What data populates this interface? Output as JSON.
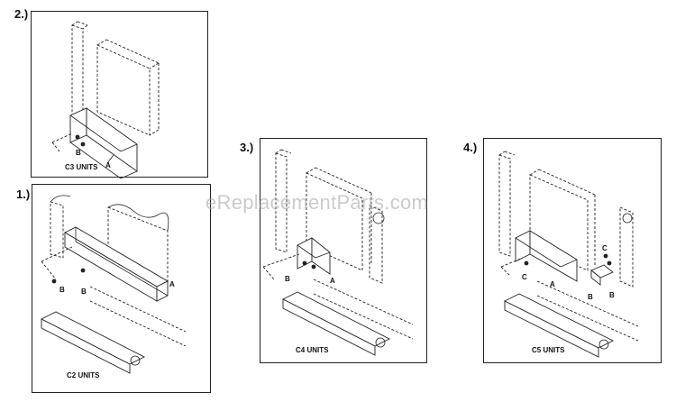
{
  "steps": [
    {
      "label": "2.)",
      "caption": "C3 UNITS",
      "callouts": [
        "B",
        "A"
      ]
    },
    {
      "label": "1.)",
      "caption": "C2 UNITS",
      "callouts": [
        "B",
        "B",
        "A"
      ]
    },
    {
      "label": "3.)",
      "caption": "C4 UNITS",
      "callouts": [
        "B",
        "A"
      ]
    },
    {
      "label": "4.)",
      "caption": "C5 UNITS",
      "callouts": [
        "C",
        "C",
        "A",
        "B",
        "B"
      ]
    }
  ],
  "watermark": "eReplacementParts.com"
}
